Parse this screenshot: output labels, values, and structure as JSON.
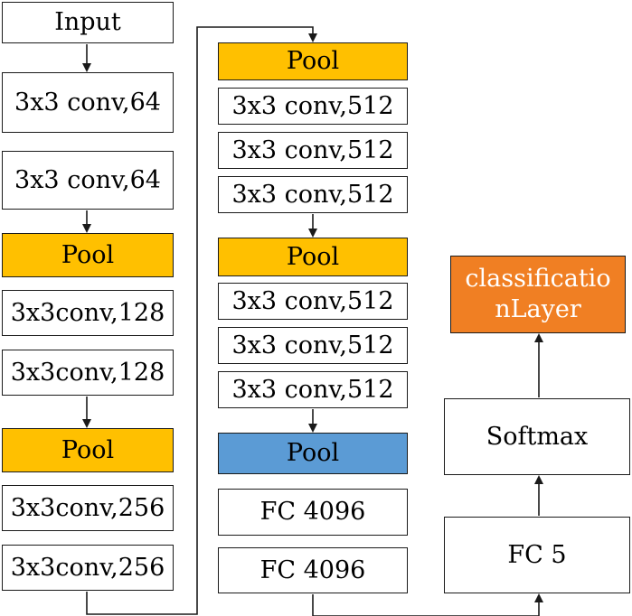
{
  "column1": {
    "input": "Input",
    "conv1": "3x3 conv,64",
    "conv2": "3x3 conv,64",
    "pool1": "Pool",
    "conv3": "3x3conv,128",
    "conv4": "3x3conv,128",
    "pool2": "Pool",
    "conv5": "3x3conv,256",
    "conv6": "3x3conv,256"
  },
  "column2": {
    "pool3": "Pool",
    "conv7": "3x3 conv,512",
    "conv8": "3x3 conv,512",
    "conv9": "3x3 conv,512",
    "pool4": "Pool",
    "conv10": "3x3 conv,512",
    "conv11": "3x3 conv,512",
    "conv12": "3x3 conv,512",
    "pool5": "Pool",
    "fc1": "FC 4096",
    "fc2": "FC 4096"
  },
  "column3": {
    "fc5": "FC 5",
    "softmax": "Softmax",
    "classification_line1": "classificatio",
    "classification_line2": "nLayer"
  },
  "colors": {
    "pool": "#FFC000",
    "final_pool": "#5B9BD5",
    "classification": "#F07F23",
    "border": "#1a1a1a"
  }
}
